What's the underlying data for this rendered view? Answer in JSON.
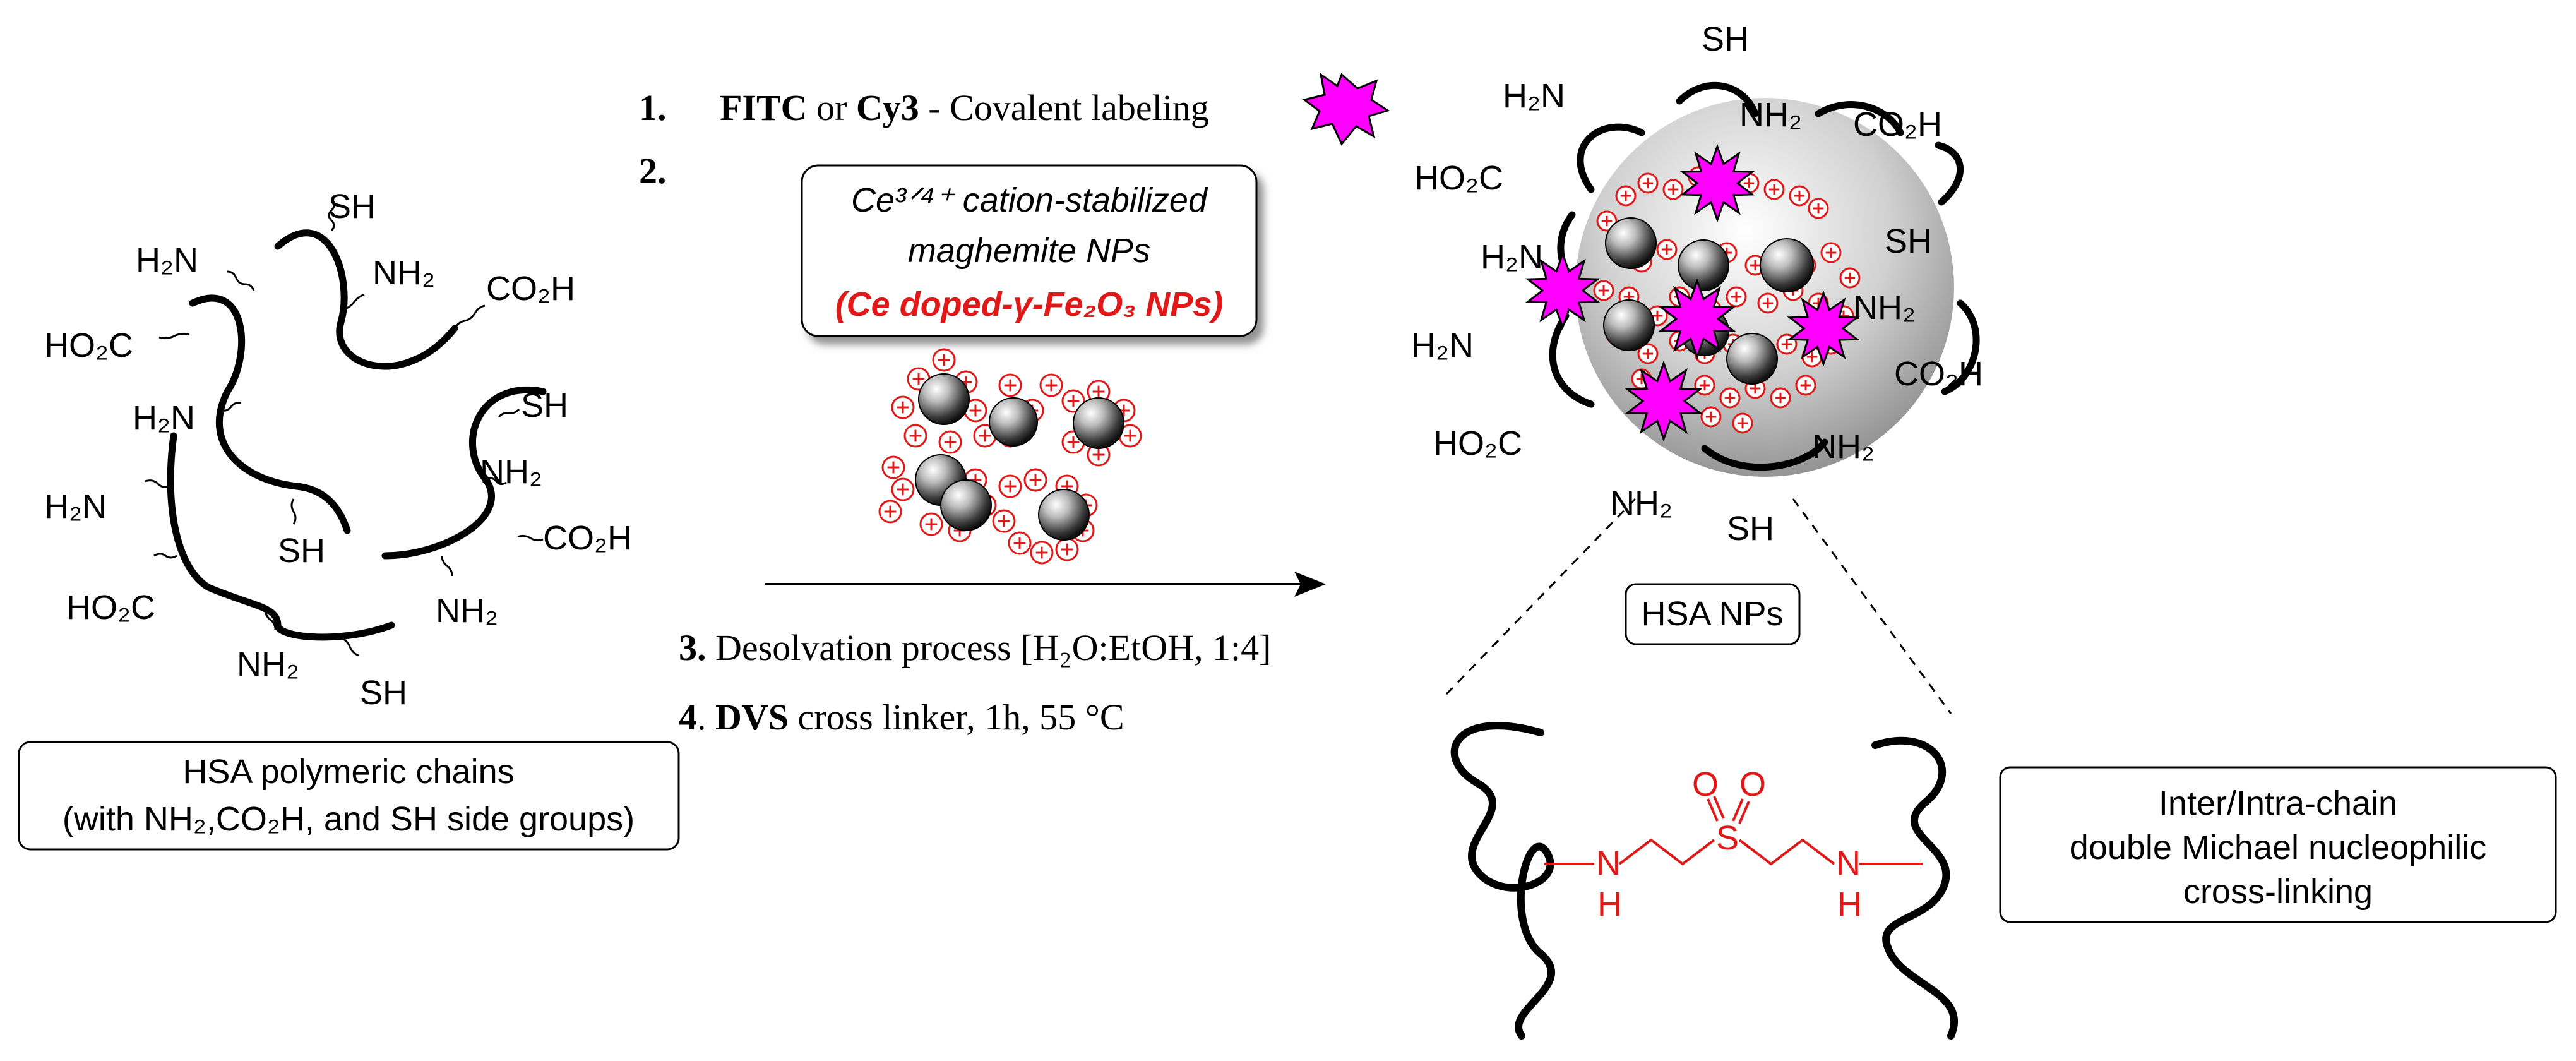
{
  "left_panel": {
    "labels": {
      "sh_top": "SH",
      "h2n_top": "H₂N",
      "nh2_top": "NH₂",
      "co2h_top": "CO₂H",
      "ho2c_left": "HO₂C",
      "sh_right": "SH",
      "h2n_mid": "H₂N",
      "nh2_right": "NH₂",
      "h2n_left": "H₂N",
      "sh_mid": "SH",
      "co2h_right": "CO₂H",
      "ho2c_bottom": "HO₂C",
      "nh2_bottom_right": "NH₂",
      "nh2_bottom": "NH₂",
      "sh_bottom": "SH"
    },
    "caption_line1": "HSA polymeric chains",
    "caption_line2": "(with NH₂,CO₂H, and SH side groups)"
  },
  "middle_panel": {
    "step1_num": "1.",
    "step1_fitc": "FITC",
    "step1_or": " or ",
    "step1_cy3": "Cy3",
    "step1_rest": " - Covalent labeling",
    "step2_num": "2.",
    "reagent_line1": "Ce³ᐟ⁴⁺ cation-stabilized",
    "reagent_line2": "maghemite NPs",
    "reagent_line3": "(Ce doped-γ-Fe₂O₃ NPs)",
    "step3_num": "3.",
    "step3_text": " Desolvation process [H₂O:EtOH, 1:4]",
    "step4_num": "4",
    "step4_dot": ". ",
    "step4_dvs": "DVS",
    "step4_text": " cross linker, 1h, 55 °C"
  },
  "right_panel": {
    "labels": {
      "sh_top": "SH",
      "h2n_top": "H₂N",
      "nh2_top": "NH₂",
      "co2h_top": "CO₂H",
      "ho2c_left": "HO₂C",
      "sh_right": "SH",
      "h2n_mid": "H₂N",
      "nh2_right": "NH₂",
      "h2n_left": "H₂N",
      "co2h_right": "CO₂H",
      "ho2c_bottom": "HO₂C",
      "nh2_bottom_right": "NH₂",
      "nh2_bottom": "NH₂",
      "sh_bottom": "SH"
    },
    "hsa_nps_label": "HSA NPs",
    "crosslink_s": "S",
    "crosslink_o1": "O",
    "crosslink_o2": "O",
    "crosslink_n": "N",
    "crosslink_h": "H",
    "info_line1": "Inter/Intra-chain",
    "info_line2": "double Michael nucleophilic",
    "info_line3": "cross-linking"
  },
  "colors": {
    "dye_star": "#ff00ff",
    "cation_red": "#e11818",
    "black": "#000000"
  }
}
